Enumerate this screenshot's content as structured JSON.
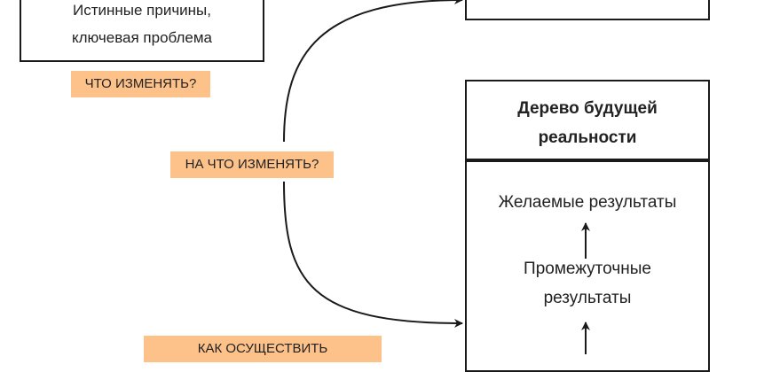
{
  "top_left_box": {
    "line1": "Истинные причины,",
    "line2": "ключевая проблема"
  },
  "questions": {
    "what_to_change": "ЧТО ИЗМЕНЯТЬ?",
    "to_what_change": "НА ЧТО ИЗМЕНЯТЬ?",
    "how_to_implement": "КАК ОСУЩЕСТВИТЬ"
  },
  "future_tree": {
    "title_line1": "Дерево будущей",
    "title_line2": "реальности",
    "desired_results": "Желаемые результаты",
    "intermediate_line1": "Промежуточные",
    "intermediate_line2": "результаты"
  },
  "colors": {
    "tag_background": "#fdc18a",
    "stroke": "#1a1a1a"
  }
}
